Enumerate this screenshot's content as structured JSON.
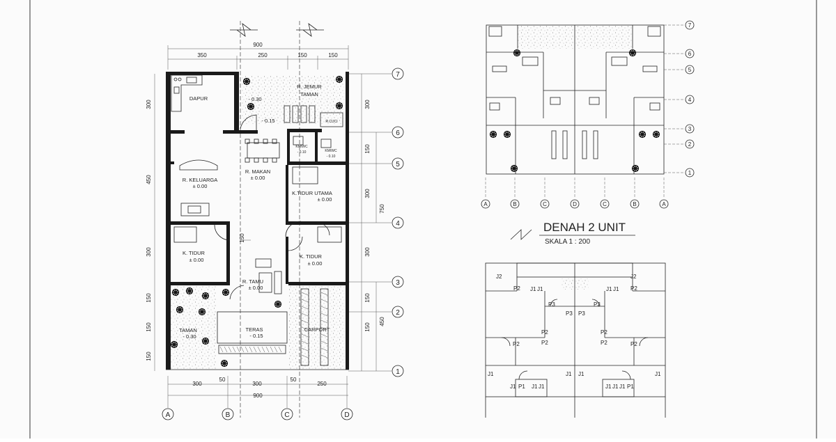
{
  "plan1": {
    "top_total": "900",
    "top_dims": [
      "350",
      "250",
      "150",
      "150"
    ],
    "bottom_dims": [
      "300",
      "50",
      "300",
      "50",
      "250"
    ],
    "bottom_total": "900",
    "left_dims": [
      "300",
      "450",
      "300",
      "150",
      "150",
      "150"
    ],
    "right_dims": [
      "300",
      "150",
      "300",
      "300",
      "150",
      "150"
    ],
    "right_total_750": "750",
    "right_total_450": "450",
    "inner_150": "150",
    "col_labels": [
      "A",
      "B",
      "C",
      "D"
    ],
    "row_labels": [
      "7",
      "6",
      "5",
      "4",
      "3",
      "2",
      "1"
    ],
    "rooms": {
      "dapur": "DAPUR",
      "jemur": "R. JEMUR",
      "taman_top": "TAMAN",
      "jemur_elev": "- 0.30",
      "jemur_elev2": "- 0.15",
      "r_cuci": "R.CUCI",
      "keluarga": "R. KELUARGA",
      "keluarga_elev": "± 0.00",
      "makan": "R. MAKAN",
      "makan_elev": "± 0.00",
      "kmwc1": "KM/WC",
      "kmwc1_elev": "- 0.10",
      "kmwc2": "KM/WC",
      "kmwc2_elev": "- 0.10",
      "tidur_utama": "K.TIDUR UTAMA",
      "tidur_utama_elev": "± 0.00",
      "tidur1": "K. TIDUR",
      "tidur1_elev": "± 0.00",
      "tidur2": "K. TIDUR",
      "tidur2_elev": "± 0.00",
      "tamu": "R. TAMU",
      "tamu_elev": "± 0.00",
      "taman": "TAMAN",
      "taman_elev": "- 0.30",
      "teras": "TERAS",
      "teras_elev": "- 0.15",
      "carport": "CARPORT"
    }
  },
  "plan2": {
    "title": "DENAH 2 UNIT",
    "scale": "SKALA 1 : 200",
    "col_labels": [
      "A",
      "B",
      "C",
      "D",
      "C",
      "B",
      "A"
    ],
    "row_labels": [
      "7",
      "6",
      "5",
      "4",
      "3",
      "2",
      "1"
    ]
  },
  "plan3": {
    "tags": {
      "p1": "P1",
      "p2": "P2",
      "p3": "P3",
      "j1": "J1",
      "j2": "J2"
    }
  }
}
